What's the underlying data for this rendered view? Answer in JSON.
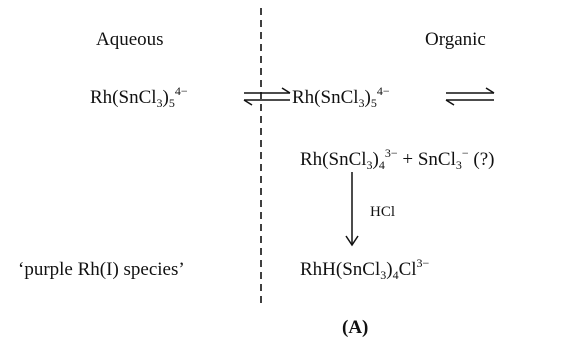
{
  "headers": {
    "aqueous": "Aqueous",
    "organic": "Organic"
  },
  "species": {
    "aq_complex": {
      "main": "Rh(SnCl",
      "sub3": "3",
      "close": ")",
      "sub5": "5",
      "charge": "4−"
    },
    "org_complex": {
      "main": "Rh(SnCl",
      "sub3": "3",
      "close": ")",
      "sub5": "5",
      "charge": "4−"
    },
    "dissociation": {
      "main": "Rh(SnCl",
      "sub3": "3",
      "close": ")",
      "sub4": "4",
      "charge": "3−",
      "plus": " + SnCl",
      "sub3b": "3",
      "charge2": "−",
      "note": " (?)"
    },
    "reagent": "HCl",
    "hydride": {
      "main": "RhH(SnCl",
      "sub3": "3",
      "close": ")",
      "sub4": "4",
      "cl": "Cl",
      "charge": "3−"
    },
    "purple": "‘purple Rh(I) species’"
  },
  "label": "(A)",
  "colors": {
    "ink": "#111111",
    "background": "#ffffff"
  }
}
